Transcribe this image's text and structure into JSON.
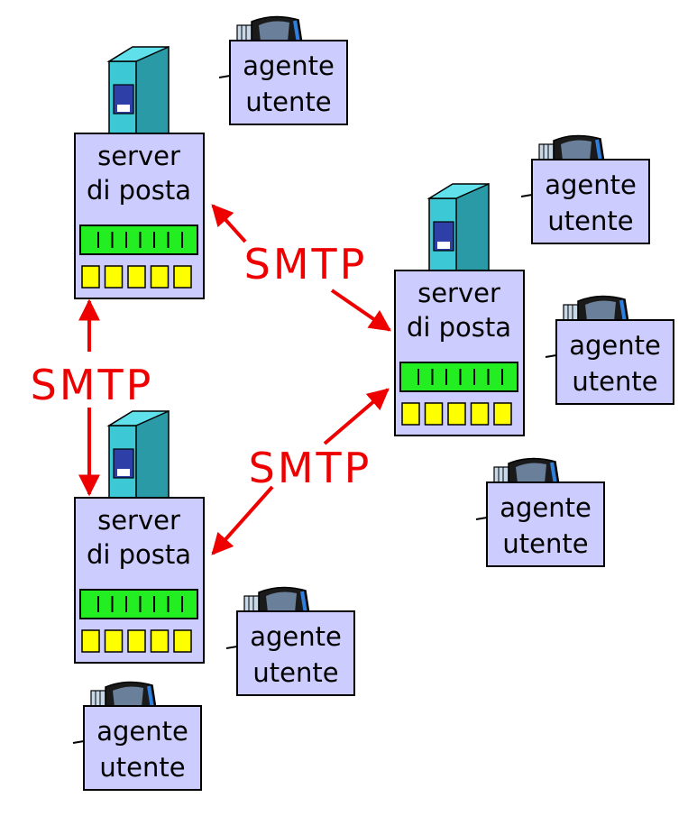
{
  "colors": {
    "box_fill": "#ccccff",
    "tower_front": "#3cc8d4",
    "tower_side": "#2a9aa6",
    "tower_slot": "#2e3fa8",
    "led_bar": "#22ee22",
    "drive_bays": "#ffff00",
    "arrow": "#ee0000",
    "outline": "#000000"
  },
  "labels": {
    "smtp": "SMTP"
  },
  "servers": [
    {
      "id": "server-1",
      "line1": "server",
      "line2": "di posta"
    },
    {
      "id": "server-2",
      "line1": "server",
      "line2": "di posta"
    },
    {
      "id": "server-3",
      "line1": "server",
      "line2": "di posta"
    }
  ],
  "user_agents": [
    {
      "id": "ua-1",
      "line1": "agente",
      "line2": "utente"
    },
    {
      "id": "ua-2",
      "line1": "agente",
      "line2": "utente"
    },
    {
      "id": "ua-3",
      "line1": "agente",
      "line2": "utente"
    },
    {
      "id": "ua-4",
      "line1": "agente",
      "line2": "utente"
    },
    {
      "id": "ua-5",
      "line1": "agente",
      "line2": "utente"
    },
    {
      "id": "ua-6",
      "line1": "agente",
      "line2": "utente"
    }
  ],
  "links": [
    {
      "protocol": "SMTP",
      "from": "server-1",
      "to": "server-2"
    },
    {
      "protocol": "SMTP",
      "from": "server-1",
      "to": "server-3"
    },
    {
      "protocol": "SMTP",
      "from": "server-2",
      "to": "server-3"
    }
  ],
  "icons": {
    "server": "mail-server-icon",
    "user_agent": "computer-monitor-icon"
  }
}
